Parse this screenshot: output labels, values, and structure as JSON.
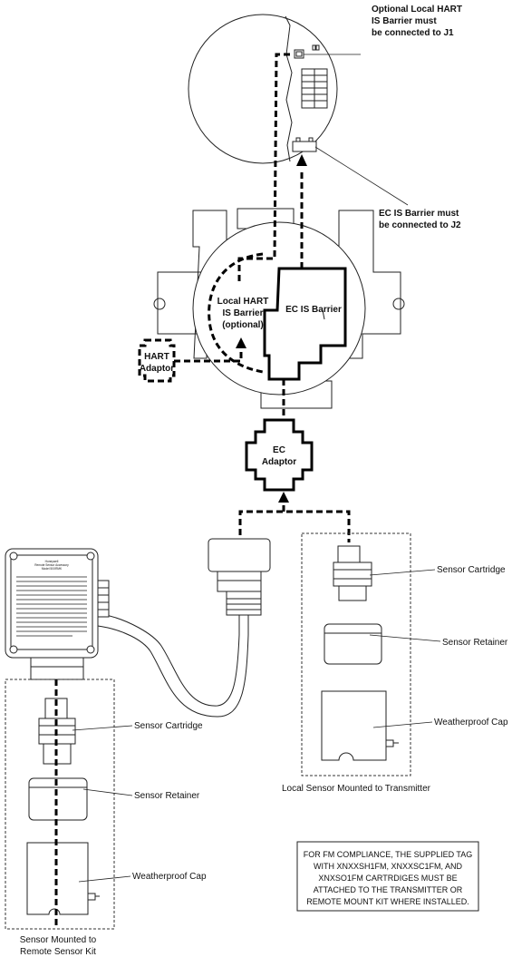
{
  "callouts": {
    "optional_hart_line1": "Optional Local HART",
    "optional_hart_line2": "IS Barrier must",
    "optional_hart_line3": "be connected to J1",
    "ec_is_line1": "EC IS Barrier must",
    "ec_is_line2": "be connected to J2"
  },
  "housing": {
    "local_hart_line1": "Local HART",
    "local_hart_line2": "IS Barrier",
    "local_hart_line3": "(optional)",
    "ec_is_barrier": "EC IS Barrier",
    "hart_adaptor_line1": "HART",
    "hart_adaptor_line2": "Adaptor",
    "ec_adaptor_line1": "EC",
    "ec_adaptor_line2": "Adaptor"
  },
  "local_kit": {
    "sensor_cartridge": "Sensor Cartridge",
    "sensor_retainer": "Sensor Retainer",
    "weatherproof_cap": "Weatherproof Cap",
    "caption": "Local Sensor Mounted to Transmitter"
  },
  "remote_kit": {
    "sensor_cartridge": "Sensor Cartridge",
    "sensor_retainer": "Sensor Retainer",
    "weatherproof_cap": "Weatherproof Cap",
    "caption_line1": "Sensor Mounted to",
    "caption_line2": "Remote Sensor Kit"
  },
  "remote_tag": {
    "line1": "Honeywell",
    "line2": "Remote Sensor Accessory",
    "line3": "Model 50XRMK"
  },
  "fm_note": {
    "line1": "FOR FM COMPLIANCE, THE SUPPLIED TAG",
    "line2": "WITH XNXXSH1FM, XNXXSC1FM, AND",
    "line3": "XNXSO1FM CARTRDIGES MUST BE",
    "line4": "ATTACHED TO THE TRANSMITTER OR",
    "line5": "REMOTE MOUNT KIT WHERE INSTALLED."
  }
}
